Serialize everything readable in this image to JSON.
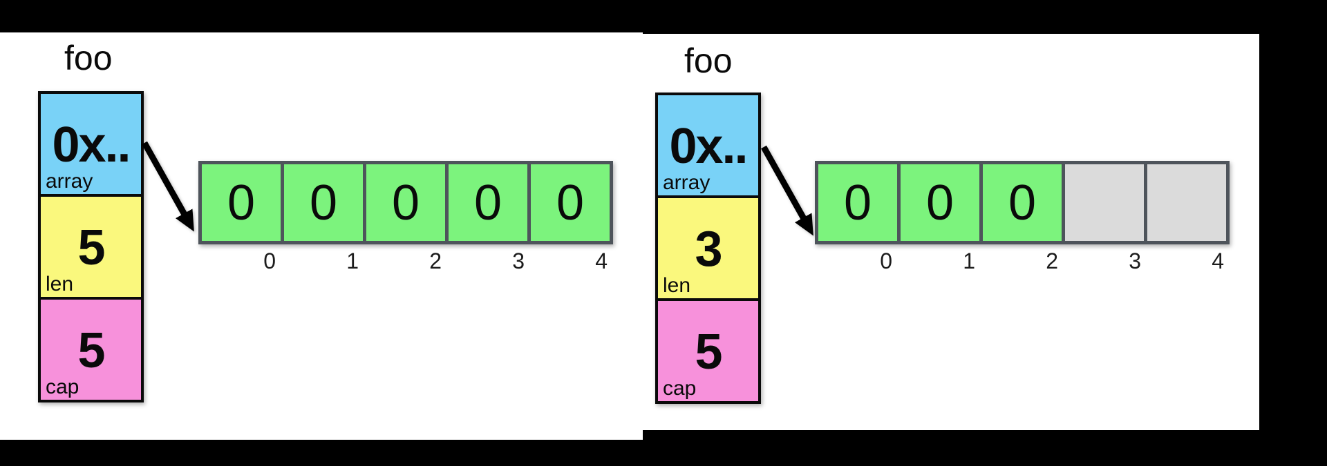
{
  "colors": {
    "background": "#000000",
    "panel": "#ffffff",
    "pointer_cell": "#79D2F7",
    "len_cell": "#FAF87D",
    "cap_cell": "#F791DB",
    "used_cell": "#7CF37D",
    "unused_cell": "#DBDBDB",
    "array_border": "#4E545B",
    "struct_border": "#0a0a0a",
    "arrow": "#000000"
  },
  "panels": [
    {
      "title": "foo",
      "struct": {
        "fields": [
          {
            "value": "0x..",
            "label": "array"
          },
          {
            "value": "5",
            "label": "len"
          },
          {
            "value": "5",
            "label": "cap"
          }
        ]
      },
      "array": {
        "cells": [
          {
            "value": "0",
            "filled": true
          },
          {
            "value": "0",
            "filled": true
          },
          {
            "value": "0",
            "filled": true
          },
          {
            "value": "0",
            "filled": true
          },
          {
            "value": "0",
            "filled": true
          }
        ],
        "indices": [
          "0",
          "1",
          "2",
          "3",
          "4"
        ]
      }
    },
    {
      "title": "foo",
      "struct": {
        "fields": [
          {
            "value": "0x..",
            "label": "array"
          },
          {
            "value": "3",
            "label": "len"
          },
          {
            "value": "5",
            "label": "cap"
          }
        ]
      },
      "array": {
        "cells": [
          {
            "value": "0",
            "filled": true
          },
          {
            "value": "0",
            "filled": true
          },
          {
            "value": "0",
            "filled": true
          },
          {
            "value": "",
            "filled": false
          },
          {
            "value": "",
            "filled": false
          }
        ],
        "indices": [
          "0",
          "1",
          "2",
          "3",
          "4"
        ]
      }
    }
  ]
}
